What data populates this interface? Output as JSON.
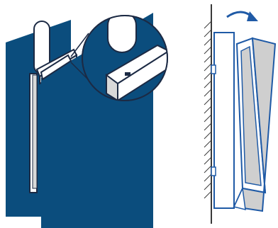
{
  "diagram": {
    "type": "illustration",
    "views": [
      "mounted-panels-with-zoom-detail",
      "side-view-tilt"
    ],
    "colors": {
      "panel_blue": "#0b4d7d",
      "bracket_white": "#ffffff",
      "bracket_shade": "#d9d9d9",
      "outline": "#1c2a44",
      "wall_line": "#3a3a3a",
      "arrow_blue": "#1f5aa6",
      "panel_grey": "#cfcfcf"
    },
    "icons": {
      "tilt_arrow": "curved-arrow-icon",
      "zoom_callout": "magnifier-circle"
    }
  }
}
